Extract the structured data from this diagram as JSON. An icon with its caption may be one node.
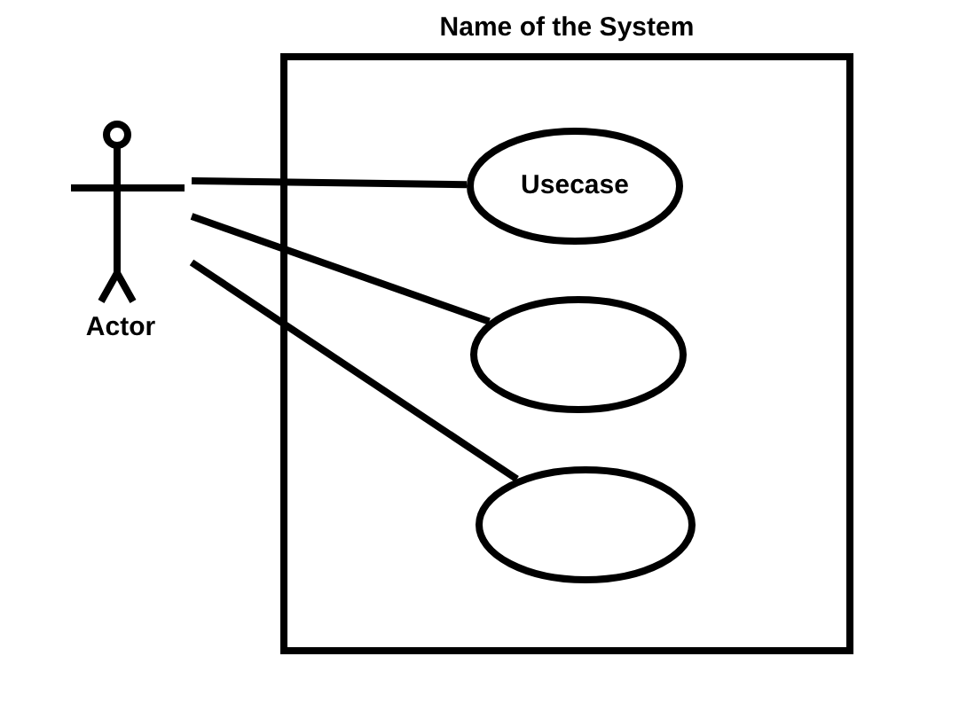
{
  "diagram": {
    "nodes": [
      {
        "text": [
          "Name of the System"
        ]
      },
      {
        "text": [
          "Actor"
        ]
      },
      {
        "text": [
          "Usecase"
        ],
        "in": 0
      },
      {
        "text": [],
        "shape": "ellipse",
        "in": 0
      },
      {
        "text": [],
        "shape": "ellipse",
        "in": 0
      }
    ],
    "edges": [
      {
        "from": 1,
        "to": 2,
        "arrow": "none"
      },
      {
        "from": 1,
        "to": 3,
        "arrow": "none"
      },
      {
        "from": 1,
        "to": 4,
        "arrow": "none"
      }
    ]
  }
}
